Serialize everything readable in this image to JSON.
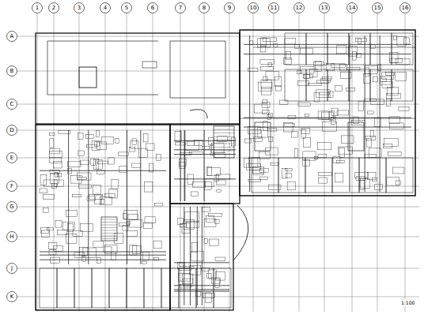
{
  "diagram": {
    "labels": [
      "1",
      "2",
      "3",
      "4",
      "5",
      "6",
      "7",
      "8",
      "9",
      "10",
      "11",
      "12",
      "13",
      "14",
      "15",
      "16",
      "A",
      "B",
      "C",
      "D",
      "E",
      "F",
      "G",
      "H",
      "J",
      "K",
      "1:100"
    ]
  }
}
